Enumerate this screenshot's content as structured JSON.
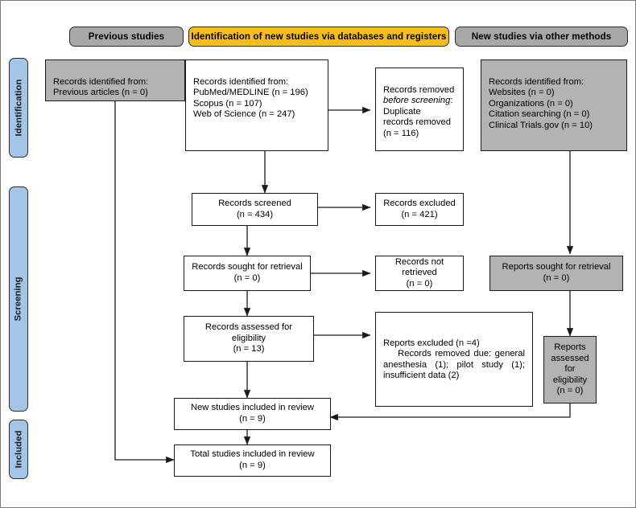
{
  "diagram": {
    "type": "prisma-flow-diagram",
    "title": "PRISMA 2020 flow diagram"
  },
  "colors": {
    "amber_banner": "#f7bd20",
    "gray_banner": "#a8a8a8",
    "gray_box": "#b3b3b3",
    "stage_blue": "#a3c6e8",
    "white_box": "#ffffff",
    "line": "#1a1a1a"
  },
  "banners": {
    "previous": "Previous studies",
    "identification": "Identification of new studies via databases and registers",
    "other_methods": "New studies via other methods"
  },
  "stages": [
    {
      "label": "Identification"
    },
    {
      "label": "Screening"
    },
    {
      "label": "Included"
    }
  ],
  "boxes": {
    "previous_records": "Records identified from:\nPrevious articles (n = 0)",
    "db_records": "Records identified from:\n   PubMed/MEDLINE (n = 196)\n   Scopus (n = 107)\n   Web of Science (n = 247)",
    "records_removed_line1": "Records removed",
    "records_removed_line2": "before screening",
    "records_removed_line3": ":\n      Duplicate\n      records removed\n      (n = 116)",
    "other_records": "Records identified from:\n   Websites (n = 0)\n   Organizations (n = 0)\n   Citation searching (n = 0)\n   Clinical Trials.gov (n = 10)",
    "records_screened": "Records screened\n(n = 434)",
    "records_excluded": "Records excluded\n(n = 421)",
    "records_sought": "Records sought for retrieval\n(n = 0)",
    "records_not_retrieved": "Records not retrieved\n(n = 0)",
    "reports_sought": "Reports sought for retrieval\n(n = 0)",
    "records_assessed": "Records assessed for\neligibility\n(n = 13)",
    "reports_excluded_head": "Reports excluded (n =4)",
    "reports_excluded_body": "Records removed due: general anesthesia (1); pilot study (1); insufficient data (2)",
    "reports_assessed": "Reports\nassessed\nfor\neligibility\n(n = 0)",
    "new_studies": "New studies included in review\n(n = 9)",
    "total_studies": "Total studies included in review\n(n = 9)"
  },
  "counts": {
    "pubmed_medline": 196,
    "scopus": 107,
    "web_of_science": 247,
    "previous_articles": 0,
    "duplicates_removed": 116,
    "websites": 0,
    "organizations": 0,
    "citation_searching": 0,
    "clinical_trials_gov": 10,
    "records_screened": 434,
    "records_excluded": 421,
    "records_sought_for_retrieval": 0,
    "records_not_retrieved": 0,
    "reports_sought_for_retrieval": 0,
    "records_assessed_for_eligibility": 13,
    "reports_excluded": 4,
    "reports_assessed_for_eligibility": 0,
    "new_studies_included": 9,
    "total_studies_included": 9
  }
}
